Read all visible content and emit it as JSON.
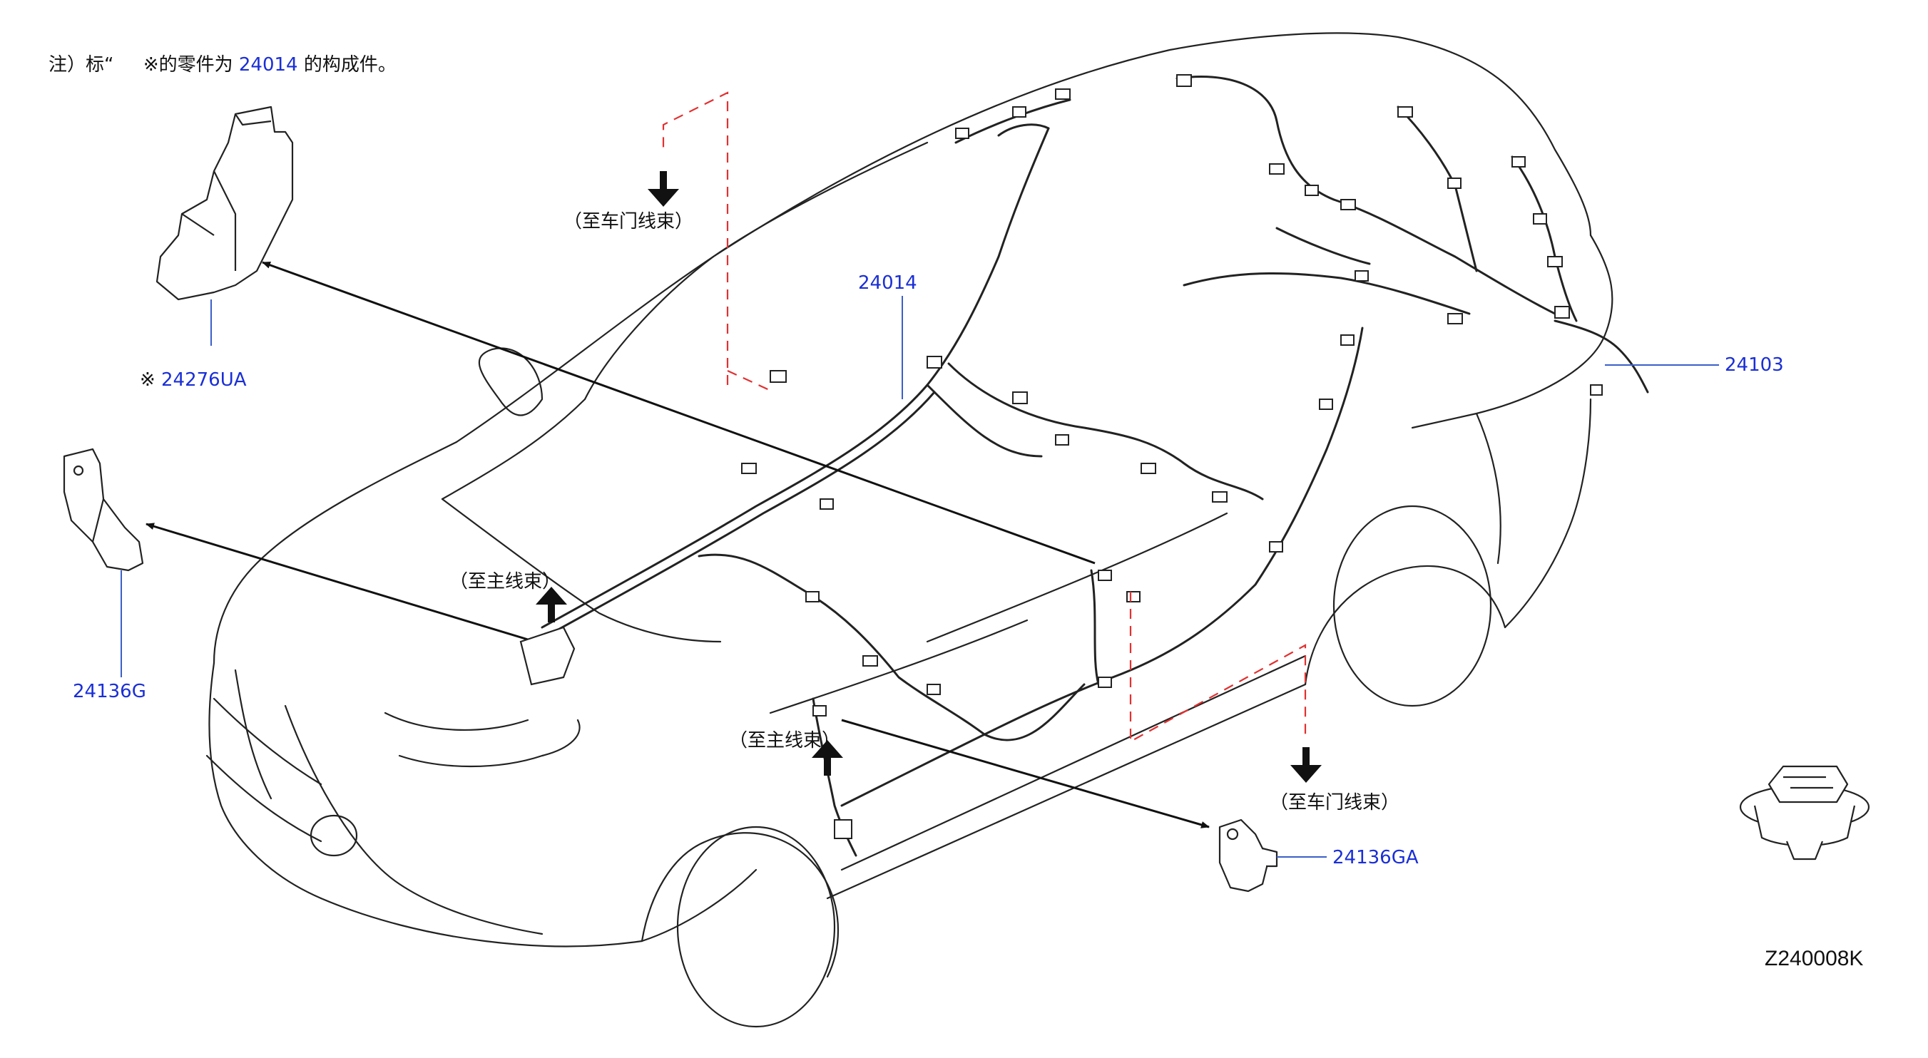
{
  "note": {
    "prefix": "注）标“",
    "marker": "※",
    "middle": "的零件为",
    "part": "24014",
    "suffix": "的构成件。"
  },
  "labels": {
    "p24014": "24014",
    "p24103": "24103",
    "p24276UA_mark": "※",
    "p24276UA": "24276UA",
    "p24136G": "24136G",
    "p24136GA": "24136GA",
    "to_door_top": "（至车门线束）",
    "to_door_bottom": "（至车门线束）",
    "to_main_1": "（至主线束）",
    "to_main_2": "（至主线束）"
  },
  "diagram_code": "Z240008K",
  "colors": {
    "callout_text": "#1a2fd6",
    "callout_line": "#3a5fc8",
    "dashed_red": "#e23030",
    "line": "#222222"
  }
}
